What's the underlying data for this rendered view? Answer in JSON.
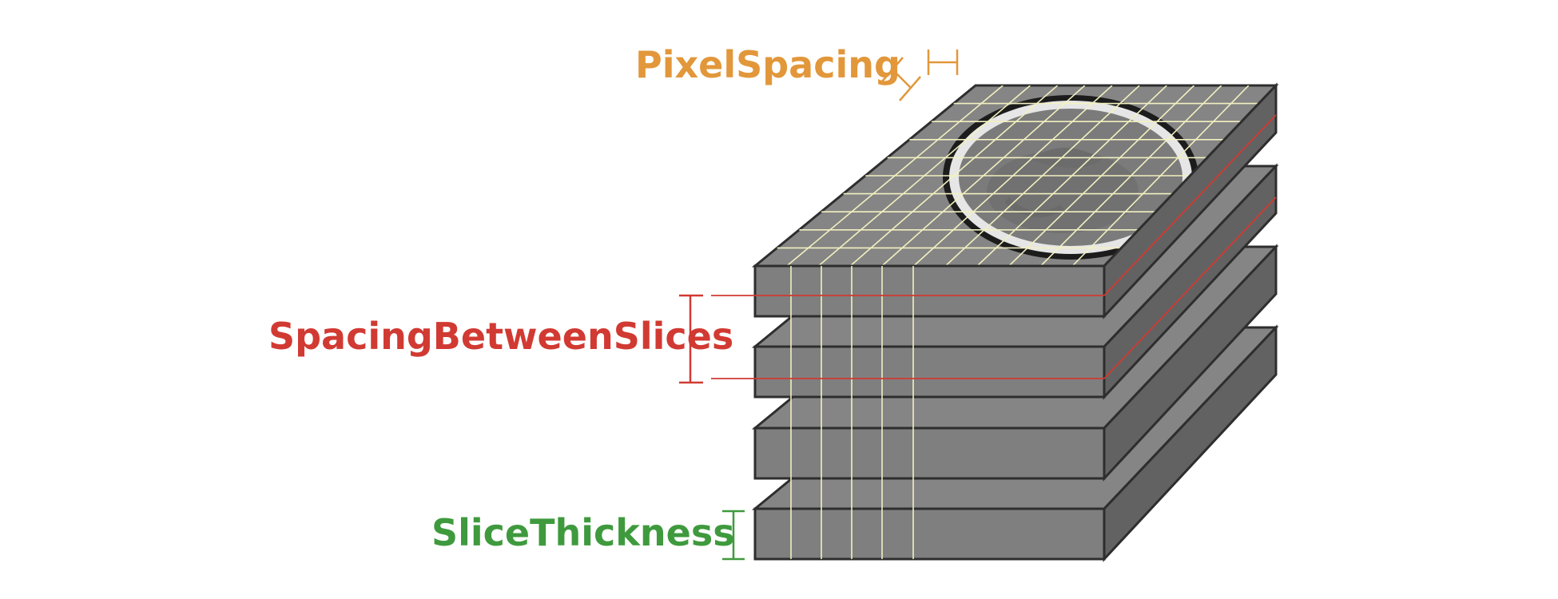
{
  "labels": {
    "pixel_spacing": "PixelSpacing",
    "spacing_between_slices": "SpacingBetweenSlices",
    "slice_thickness": "SliceThickness"
  },
  "colors": {
    "pixel_spacing": "#e2973a",
    "spacing_between_slices": "#d13a32",
    "slice_thickness": "#3f9a3e",
    "slab_front": "#7f7f7f",
    "slab_top": "#858585",
    "slab_side": "#626262",
    "outline": "#2e2e2e",
    "grid": "#f2f0c0",
    "ring": "#e8e8e8"
  },
  "slice_count": 4
}
